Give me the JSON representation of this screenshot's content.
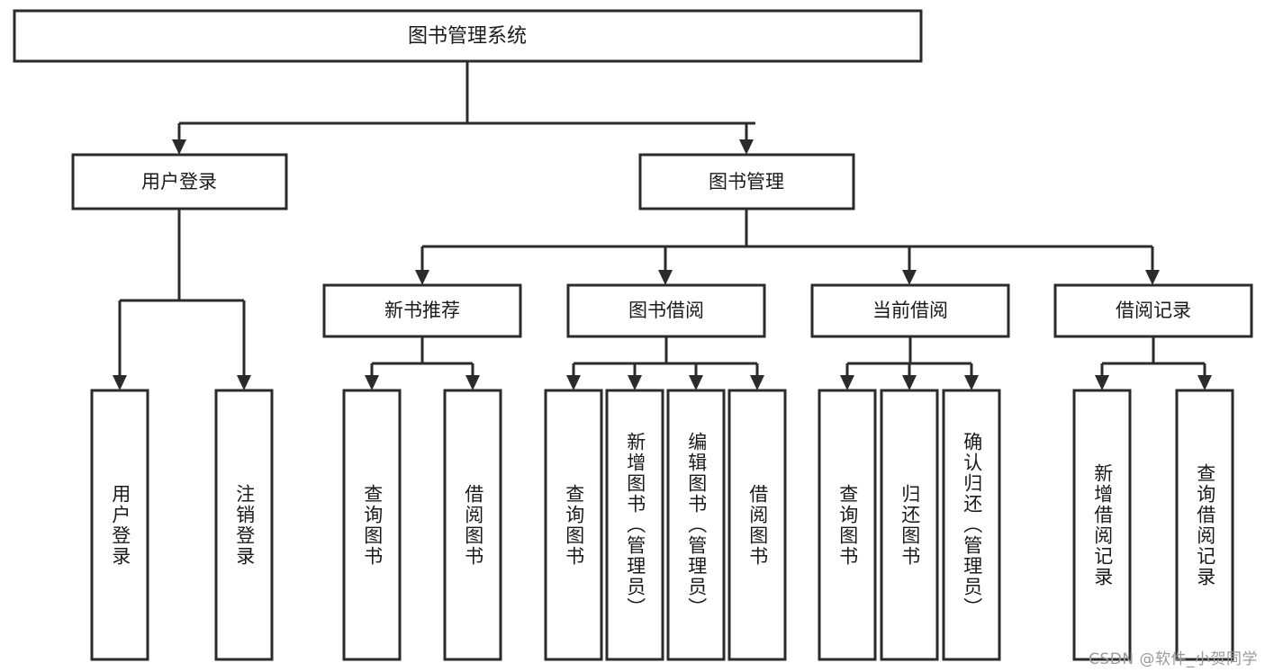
{
  "diagram": {
    "title": "图书管理系统",
    "type": "hierarchy-tree",
    "colors": {
      "stroke": "#2b2b2b",
      "box_fill": "#ffffff",
      "text": "#1a1a1a",
      "background": "#ffffff",
      "watermark": "#9a9a9a"
    },
    "root": {
      "label": "图书管理系统"
    },
    "level2": [
      {
        "label": "用户登录"
      },
      {
        "label": "图书管理"
      }
    ],
    "level3": [
      {
        "label": "新书推荐"
      },
      {
        "label": "图书借阅"
      },
      {
        "label": "当前借阅"
      },
      {
        "label": "借阅记录"
      }
    ],
    "leaves": {
      "user_login": [
        {
          "label": "用户登录"
        },
        {
          "label": "注销登录"
        }
      ],
      "new_book_recommend": [
        {
          "label": "查询图书"
        },
        {
          "label": "借阅图书"
        }
      ],
      "book_borrow": [
        {
          "label": "查询图书"
        },
        {
          "label": "新增图书（管理员）"
        },
        {
          "label": "编辑图书（管理员）"
        },
        {
          "label": "借阅图书"
        }
      ],
      "current_borrow": [
        {
          "label": "查询图书"
        },
        {
          "label": "归还图书"
        },
        {
          "label": "确认归还（管理员）"
        }
      ],
      "borrow_record": [
        {
          "label": "新增借阅记录"
        },
        {
          "label": "查询借阅记录"
        }
      ]
    },
    "watermark": "CSDN @软件_小贺同学"
  }
}
